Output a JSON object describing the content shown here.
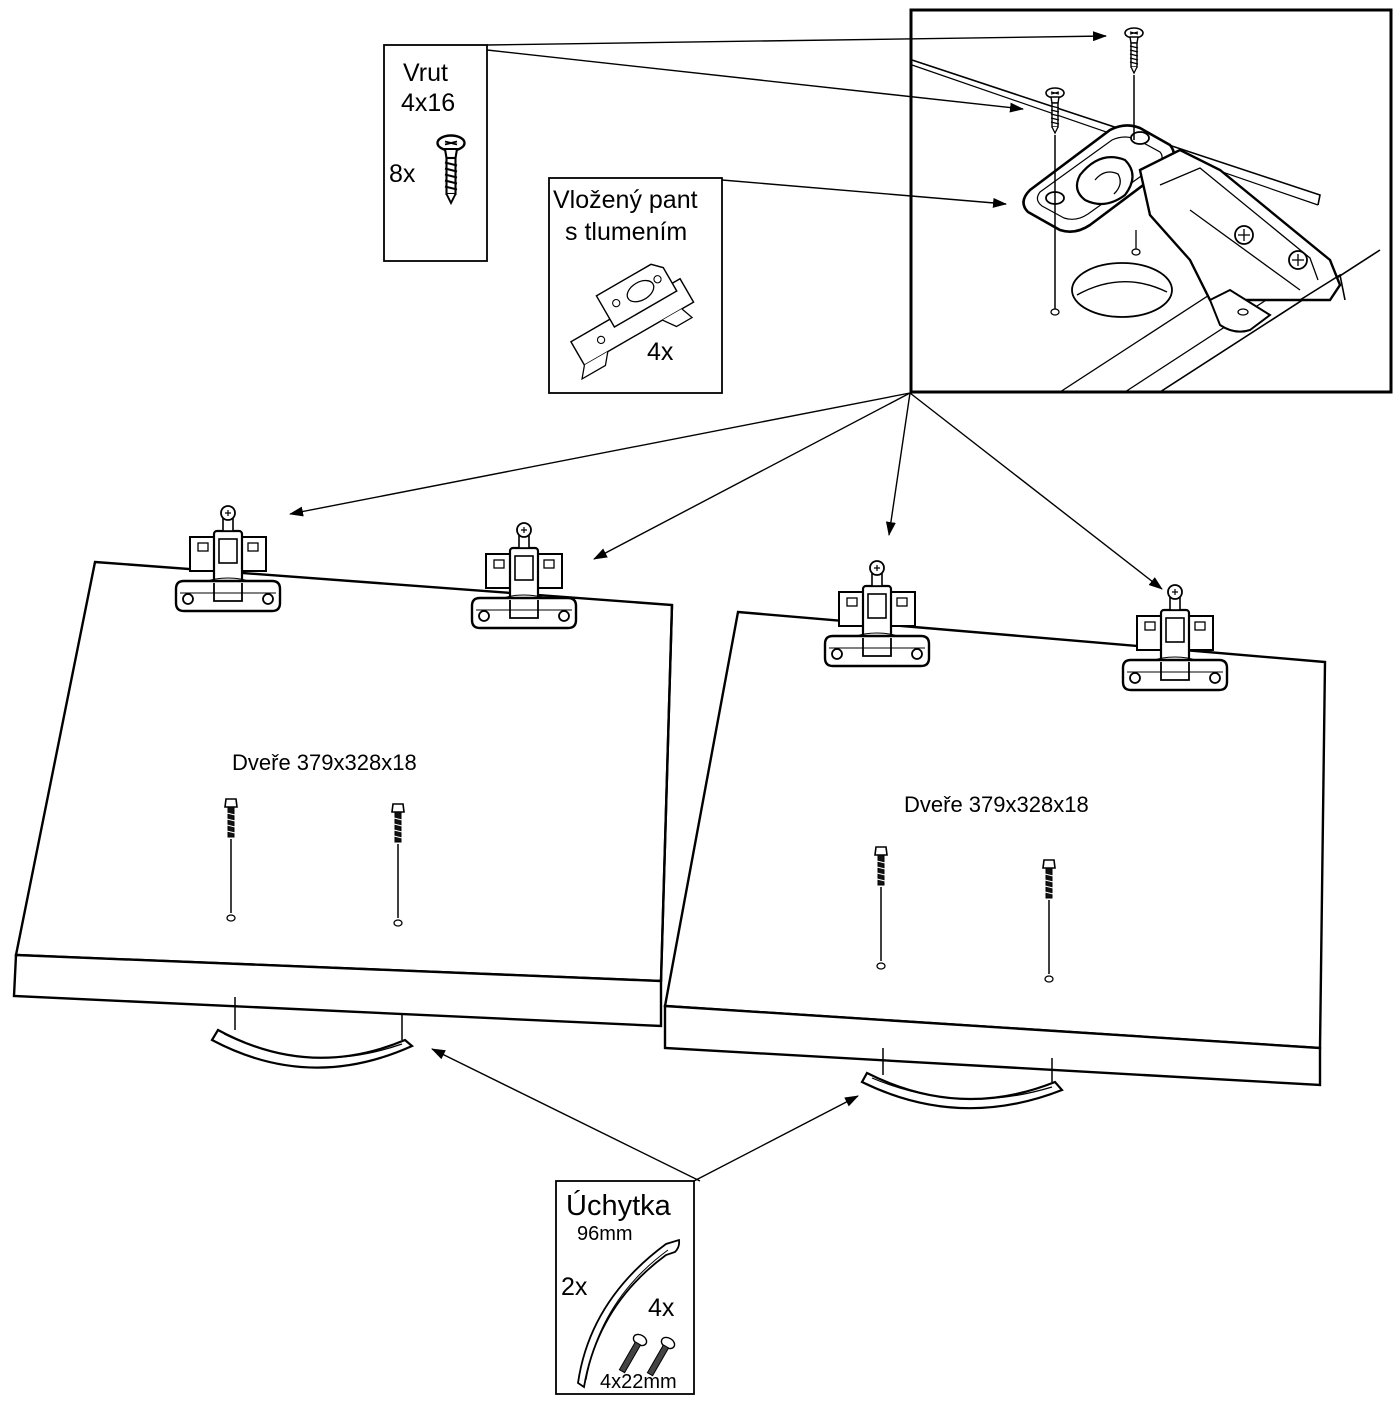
{
  "screw_box": {
    "name": "Vrut",
    "size": "4x16",
    "quantity": "8x"
  },
  "hinge_box": {
    "name_line1": "Vložený pant",
    "name_line2": "s tlumením",
    "quantity": "4x"
  },
  "door_left": {
    "label": "Dveře 379x328x18"
  },
  "door_right": {
    "label": "Dveře 379x328x18"
  },
  "handle_box": {
    "name": "Úchytka",
    "size": "96mm",
    "handle_quantity": "2x",
    "screw_quantity": "4x",
    "screw_size": "4x22mm"
  },
  "colors": {
    "ink": "#000000",
    "paper": "#ffffff",
    "metal": "#dddddd"
  },
  "icons": [
    "screw-icon",
    "hinge-icon",
    "handle-icon",
    "handle-screw-icon",
    "drill-hole-icon"
  ]
}
